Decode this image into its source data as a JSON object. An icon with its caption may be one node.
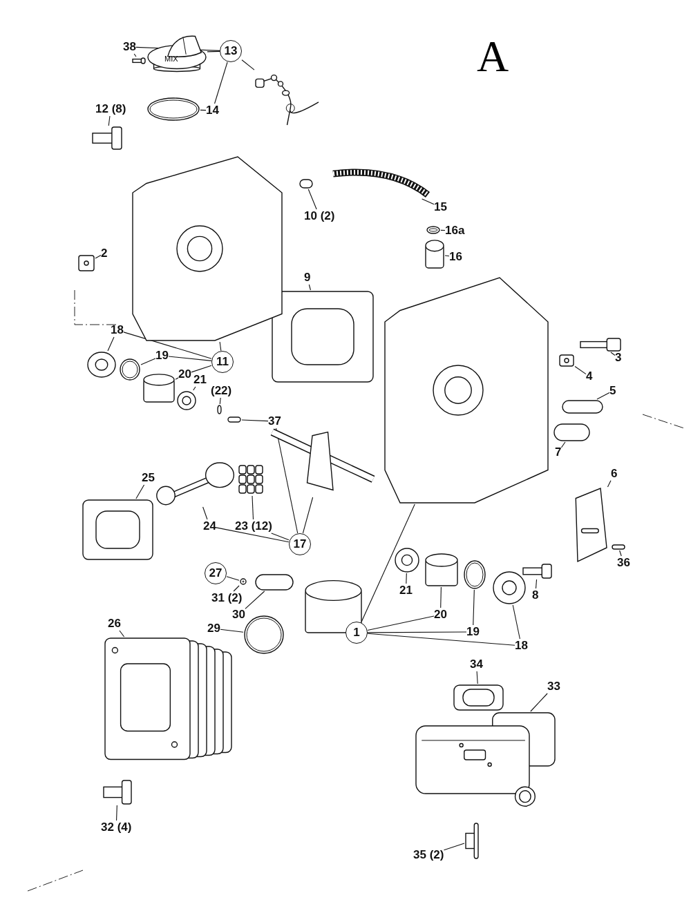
{
  "diagram": {
    "nodes": [
      {
        "text": [
          "38"
        ]
      },
      {
        "text": [
          "13"
        ]
      },
      {
        "text": [
          "14"
        ]
      },
      {
        "text": [
          "12 (8)"
        ]
      },
      {
        "text": [
          "2"
        ]
      },
      {
        "text": [
          "10 (2)"
        ]
      },
      {
        "text": [
          "15"
        ]
      },
      {
        "text": [
          "16a"
        ]
      },
      {
        "text": [
          "16"
        ]
      },
      {
        "text": [
          "9"
        ]
      },
      {
        "text": [
          "11"
        ]
      },
      {
        "text": [
          "18"
        ]
      },
      {
        "text": [
          "19"
        ]
      },
      {
        "text": [
          "20"
        ]
      },
      {
        "text": [
          "21"
        ]
      },
      {
        "text": [
          "(22)"
        ]
      },
      {
        "text": [
          "37"
        ]
      },
      {
        "text": [
          "3"
        ]
      },
      {
        "text": [
          "4"
        ]
      },
      {
        "text": [
          "5"
        ]
      },
      {
        "text": [
          "7"
        ]
      },
      {
        "text": [
          "6"
        ]
      },
      {
        "text": [
          "25"
        ]
      },
      {
        "text": [
          "24"
        ]
      },
      {
        "text": [
          "23 (12)"
        ]
      },
      {
        "text": [
          "17"
        ]
      },
      {
        "text": [
          "8"
        ]
      },
      {
        "text": [
          "36"
        ]
      },
      {
        "text": [
          "1"
        ]
      },
      {
        "text": [
          "21"
        ]
      },
      {
        "text": [
          "20"
        ]
      },
      {
        "text": [
          "19"
        ]
      },
      {
        "text": [
          "18"
        ]
      },
      {
        "text": [
          "27"
        ]
      },
      {
        "text": [
          "31 (2)"
        ]
      },
      {
        "text": [
          "30"
        ]
      },
      {
        "text": [
          "29"
        ]
      },
      {
        "text": [
          "26"
        ]
      },
      {
        "text": [
          "34"
        ]
      },
      {
        "text": [
          "33"
        ]
      },
      {
        "text": [
          "32 (4)"
        ]
      },
      {
        "text": [
          "35 (2)"
        ]
      },
      {
        "text": [],
        "shape": "picture"
      },
      {
        "text": [],
        "shape": "picture"
      },
      {
        "text": [],
        "shape": "picture"
      },
      {
        "text": [],
        "shape": "picture"
      },
      {
        "text": [],
        "shape": "picture"
      },
      {
        "text": [],
        "shape": "picture"
      },
      {
        "text": [],
        "shape": "bar"
      },
      {
        "text": [],
        "shape": "picture"
      },
      {
        "text": [],
        "shape": "picture"
      },
      {
        "text": [],
        "shape": "cylinder"
      },
      {
        "text": [],
        "shape": "picture"
      },
      {
        "text": [],
        "shape": "picture"
      },
      {
        "text": [],
        "shape": "picture"
      },
      {
        "text": [],
        "shape": "picture"
      },
      {
        "text": [],
        "shape": "cylinder"
      },
      {
        "text": [],
        "shape": "picture"
      },
      {
        "text": [],
        "shape": "bar"
      },
      {
        "text": [],
        "shape": "bar"
      },
      {
        "text": [],
        "shape": "picture"
      },
      {
        "text": [],
        "shape": "picture"
      },
      {
        "text": [],
        "shape": "picture"
      },
      {
        "text": [],
        "shape": "bar"
      },
      {
        "text": [],
        "shape": "bar"
      },
      {
        "text": [],
        "shape": "picture"
      },
      {
        "text": [],
        "shape": "bar"
      },
      {
        "text": [],
        "shape": "picture"
      },
      {
        "text": [],
        "shape": "picture"
      },
      {
        "text": [],
        "shape": "picture"
      },
      {
        "text": [],
        "shape": "cylinder"
      },
      {
        "text": [],
        "shape": "picture"
      },
      {
        "text": [],
        "shape": "picture"
      },
      {
        "text": [],
        "shape": "picture"
      },
      {
        "text": [],
        "shape": "picture"
      },
      {
        "text": [],
        "shape": "picture"
      },
      {
        "text": [],
        "shape": "picture"
      },
      {
        "text": [],
        "shape": "bar"
      },
      {
        "text": [],
        "shape": "cylinder"
      },
      {
        "text": [],
        "shape": "picture"
      },
      {
        "text": [],
        "shape": "picture"
      },
      {
        "text": [],
        "shape": "picture"
      },
      {
        "text": [],
        "shape": "picture"
      },
      {
        "text": [],
        "shape": "picture"
      },
      {
        "text": [],
        "shape": "picture"
      }
    ],
    "edges": [
      {
        "from": 0,
        "to": 42,
        "arrow": "none"
      },
      {
        "from": 1,
        "to": 0,
        "arrow": "none"
      },
      {
        "from": 1,
        "to": 43,
        "arrow": "none"
      },
      {
        "from": 1,
        "to": 44,
        "arrow": "none"
      },
      {
        "from": 1,
        "to": 2,
        "arrow": "none"
      },
      {
        "from": 2,
        "to": 45,
        "arrow": "none"
      },
      {
        "from": 3,
        "to": 46,
        "arrow": "none"
      },
      {
        "from": 4,
        "to": 47,
        "arrow": "none"
      },
      {
        "from": 5,
        "to": 48,
        "arrow": "none"
      },
      {
        "from": 6,
        "to": 49,
        "arrow": "none"
      },
      {
        "from": 7,
        "to": 50,
        "arrow": "none"
      },
      {
        "from": 8,
        "to": 51,
        "arrow": "none"
      },
      {
        "from": 9,
        "to": 52,
        "arrow": "none"
      },
      {
        "from": 10,
        "to": 53,
        "arrow": "none"
      },
      {
        "from": 10,
        "to": 11,
        "arrow": "none"
      },
      {
        "from": 10,
        "to": 12,
        "arrow": "none"
      },
      {
        "from": 10,
        "to": 13,
        "arrow": "none"
      },
      {
        "from": 11,
        "to": 54,
        "arrow": "none"
      },
      {
        "from": 12,
        "to": 55,
        "arrow": "none"
      },
      {
        "from": 13,
        "to": 56,
        "arrow": "none"
      },
      {
        "from": 14,
        "to": 57,
        "arrow": "none"
      },
      {
        "from": 15,
        "to": 58,
        "arrow": "none"
      },
      {
        "from": 16,
        "to": 59,
        "arrow": "none"
      },
      {
        "from": 25,
        "to": 16,
        "arrow": "none"
      },
      {
        "from": 25,
        "to": 60,
        "arrow": "none"
      },
      {
        "from": 25,
        "to": 24,
        "arrow": "none"
      },
      {
        "from": 25,
        "to": 23,
        "arrow": "none"
      },
      {
        "from": 23,
        "to": 74,
        "arrow": "none"
      },
      {
        "from": 24,
        "to": 75,
        "arrow": "none"
      },
      {
        "from": 22,
        "to": 73,
        "arrow": "none"
      },
      {
        "from": 17,
        "to": 61,
        "arrow": "none"
      },
      {
        "from": 18,
        "to": 62,
        "arrow": "none"
      },
      {
        "from": 19,
        "to": 63,
        "arrow": "none"
      },
      {
        "from": 20,
        "to": 64,
        "arrow": "none"
      },
      {
        "from": 21,
        "to": 65,
        "arrow": "none"
      },
      {
        "from": 27,
        "to": 66,
        "arrow": "none"
      },
      {
        "from": 26,
        "to": 67,
        "arrow": "none"
      },
      {
        "from": 28,
        "to": 68,
        "arrow": "none"
      },
      {
        "from": 28,
        "to": 30,
        "arrow": "none"
      },
      {
        "from": 28,
        "to": 31,
        "arrow": "none"
      },
      {
        "from": 28,
        "to": 32,
        "arrow": "none"
      },
      {
        "from": 29,
        "to": 69,
        "arrow": "none"
      },
      {
        "from": 30,
        "to": 70,
        "arrow": "none"
      },
      {
        "from": 31,
        "to": 71,
        "arrow": "none"
      },
      {
        "from": 32,
        "to": 72,
        "arrow": "none"
      },
      {
        "from": 33,
        "to": 76,
        "arrow": "none"
      },
      {
        "from": 34,
        "to": 76,
        "arrow": "none"
      },
      {
        "from": 35,
        "to": 77,
        "arrow": "none"
      },
      {
        "from": 36,
        "to": 79,
        "arrow": "none"
      },
      {
        "from": 37,
        "to": 80,
        "arrow": "none"
      },
      {
        "from": 38,
        "to": 82,
        "arrow": "none"
      },
      {
        "from": 39,
        "to": 83,
        "arrow": "none"
      },
      {
        "from": 40,
        "to": 81,
        "arrow": "none"
      },
      {
        "from": 41,
        "to": 84,
        "arrow": "none"
      }
    ],
    "labels": [
      "A",
      "MIX"
    ]
  }
}
